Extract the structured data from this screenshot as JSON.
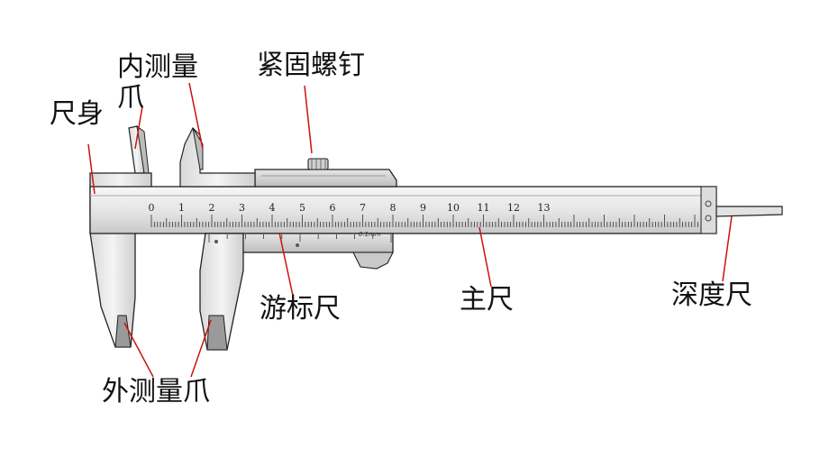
{
  "labels": {
    "inner_jaw": "内测量爪",
    "ruler_body": "尺身",
    "lock_screw": "紧固螺钉",
    "vernier": "游标尺",
    "main_scale": "主尺",
    "depth_rod": "深度尺",
    "outer_jaw": "外测量爪"
  },
  "main_scale": {
    "numbers": [
      "0",
      "1",
      "2",
      "3",
      "4",
      "5",
      "6",
      "7",
      "8",
      "9",
      "10",
      "11",
      "12",
      "13"
    ]
  },
  "vernier_scale": {
    "unit_text": "0.1mm"
  },
  "colors": {
    "leader_line": "#cc1111",
    "metal_light": "#eeeeee",
    "metal_mid": "#d2d2d2",
    "metal_dark": "#9a9a9a",
    "outline": "#222222"
  }
}
